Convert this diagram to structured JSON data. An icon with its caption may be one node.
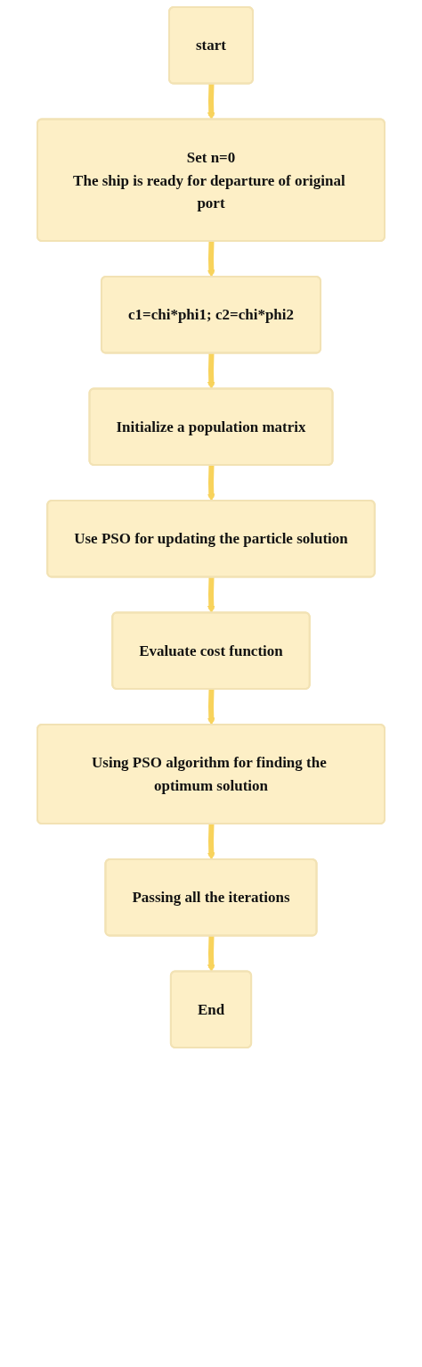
{
  "diagram": {
    "nodes": [
      {
        "text": [
          "start"
        ]
      },
      {
        "text": [
          "Set n=0",
          "The ship is ready for departure of original port"
        ]
      },
      {
        "text": [
          "c1=chi*phi1; c2=chi*phi2"
        ]
      },
      {
        "text": [
          "Initialize a population matrix"
        ]
      },
      {
        "text": [
          "Use PSO for updating the particle solution"
        ]
      },
      {
        "text": [
          "Evaluate cost function"
        ]
      },
      {
        "text": [
          "Using PSO algorithm for finding the optimum solution"
        ]
      },
      {
        "text": [
          "Passing all the iterations"
        ]
      },
      {
        "text": [
          "End"
        ]
      }
    ],
    "edges": [
      {
        "from": 0,
        "to": 1,
        "arrow": "to"
      },
      {
        "from": 1,
        "to": 2,
        "arrow": "to"
      },
      {
        "from": 2,
        "to": 3,
        "arrow": "to"
      },
      {
        "from": 3,
        "to": 4,
        "arrow": "to"
      },
      {
        "from": 4,
        "to": 5,
        "arrow": "to"
      },
      {
        "from": 5,
        "to": 6,
        "arrow": "to"
      },
      {
        "from": 6,
        "to": 7,
        "arrow": "to"
      },
      {
        "from": 7,
        "to": 8,
        "arrow": "to"
      }
    ]
  }
}
